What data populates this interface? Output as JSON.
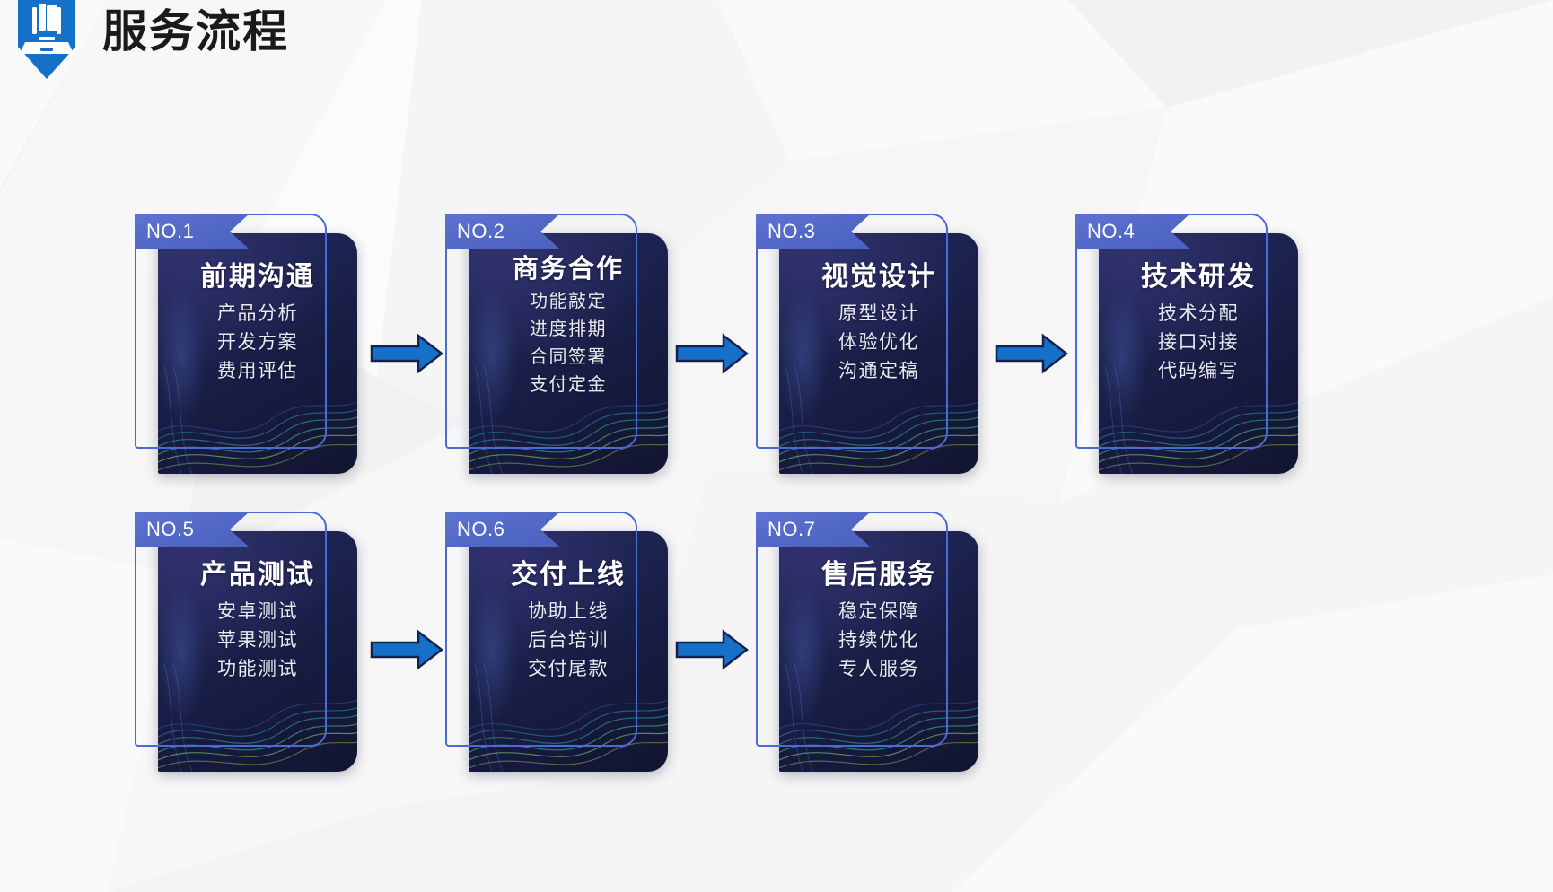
{
  "header": {
    "title": "服务流程",
    "icon": "laptop-book-pin-icon"
  },
  "colors": {
    "accent_blue": "#1570C8",
    "badge_blue": "#5168c8",
    "frame_blue": "#4a6ad4",
    "card_navy_dark": "#12152f",
    "card_navy_light": "#232a5c",
    "background": "#f2f2f2"
  },
  "flow": {
    "arrow_icon": "arrow-right-icon",
    "rows": [
      {
        "cards": [
          {
            "no": "NO.1",
            "title": "前期沟通",
            "items": [
              "产品分析",
              "开发方案",
              "费用评估"
            ]
          },
          {
            "no": "NO.2",
            "title": "商务合作",
            "items": [
              "功能敲定",
              "进度排期",
              "合同签署",
              "支付定金"
            ]
          },
          {
            "no": "NO.3",
            "title": "视觉设计",
            "items": [
              "原型设计",
              "体验优化",
              "沟通定稿"
            ]
          },
          {
            "no": "NO.4",
            "title": "技术研发",
            "items": [
              "技术分配",
              "接口对接",
              "代码编写"
            ]
          }
        ]
      },
      {
        "cards": [
          {
            "no": "NO.5",
            "title": "产品测试",
            "items": [
              "安卓测试",
              "苹果测试",
              "功能测试"
            ]
          },
          {
            "no": "NO.6",
            "title": "交付上线",
            "items": [
              "协助上线",
              "后台培训",
              "交付尾款"
            ]
          },
          {
            "no": "NO.7",
            "title": "售后服务",
            "items": [
              "稳定保障",
              "持续优化",
              "专人服务"
            ]
          }
        ]
      }
    ]
  }
}
